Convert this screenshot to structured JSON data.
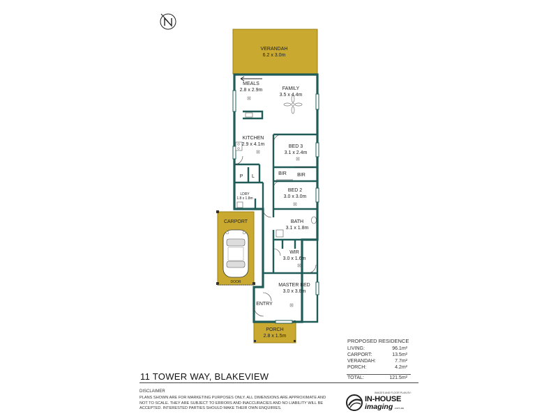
{
  "property": {
    "address": "11 TOWER WAY, BLAKEVIEW"
  },
  "rooms": {
    "verandah": {
      "name": "VERANDAH",
      "size": "6.2 x 3.0m"
    },
    "meals": {
      "name": "MEALS",
      "size": "2.8 x 2.9m"
    },
    "family": {
      "name": "FAMILY",
      "size": "3.5 x 4.4m"
    },
    "kitchen": {
      "name": "KITCHEN",
      "size": "2.9 x 4.1m"
    },
    "bed3": {
      "name": "BED 3",
      "size": "3.1 x 2.4m"
    },
    "bir_left": {
      "name": "BIR"
    },
    "bir_right": {
      "name": "BIR"
    },
    "pantry": {
      "name": "P"
    },
    "linen": {
      "name": "L"
    },
    "bed2": {
      "name": "BED 2",
      "size": "3.0 x 3.0m"
    },
    "laundry": {
      "name": "LDRY",
      "size": "1.8 x 1.8m"
    },
    "carport": {
      "name": "CARPORT",
      "door_label": "DOOR"
    },
    "bath": {
      "name": "BATH",
      "size": "3.1 x 1.8m"
    },
    "wir": {
      "name": "WIR",
      "size": "3.0 x 1.6m"
    },
    "master_bed": {
      "name": "MASTER BED",
      "size": "3.0 x 3.8m"
    },
    "entry": {
      "name": "ENTRY"
    },
    "porch": {
      "name": "PORCH",
      "size": "2.8 x 1.5m"
    }
  },
  "areas": {
    "heading": "PROPOSED RESIDENCE",
    "rows": [
      {
        "label": "LIVING:",
        "value": "96.1m²"
      },
      {
        "label": "CARPORT:",
        "value": "13.5m²"
      },
      {
        "label": "VERANDAH:",
        "value": "7.7m²"
      },
      {
        "label": "PORCH:",
        "value": "4.2m²"
      }
    ],
    "total": {
      "label": "TOTAL:",
      "value": "121.5m²"
    }
  },
  "disclaimer": {
    "heading": "DISCLAIMER",
    "text": "PLANS SHOWN ARE FOR MARKETING PURPOSES ONLY. ALL DIMENSIONS ARE APPROXIMATE AND NOT TO SCALE. THEY ARE SUBJECT TO ERRORS AND INACCURACIES AND NO LIABILITY WILL BE ACCEPTED. INTERESTED PARTIES SHOULD MAKE THEIR OWN ENQUIRIES."
  },
  "logo": {
    "caption": "IMAGES AND FLOOR PLAN BY:",
    "brand_top": "IN-HOUSE",
    "brand_bottom": "imaging",
    "domain": ".com.au"
  },
  "colors": {
    "wall": "#1f5c58",
    "outdoor": "#c9a92f",
    "outdoor_border": "#9c7f12"
  },
  "icons": {
    "north": "north-arrow-icon",
    "car": "car-icon"
  }
}
